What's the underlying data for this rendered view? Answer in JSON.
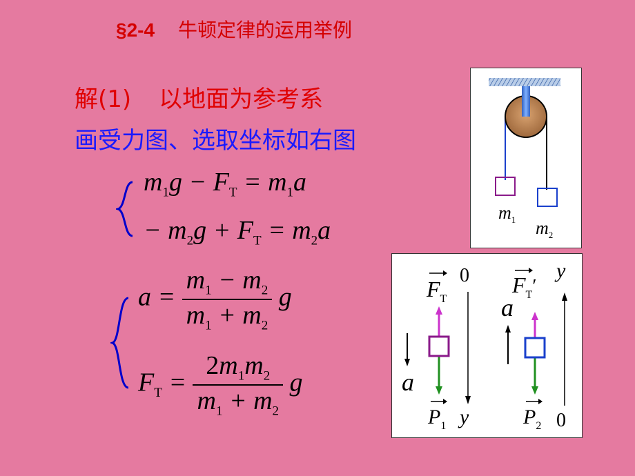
{
  "header": {
    "section": "§2-4",
    "title": "牛顿定律的运用举例"
  },
  "solution": {
    "label": "解(1)",
    "reference": "以地面为参考系",
    "setup": "画受力图、选取坐标如右图"
  },
  "pulley_diagram": {
    "m1": "m",
    "m1_sub": "1",
    "m2": "m",
    "m2_sub": "2"
  },
  "free_body": {
    "left": {
      "force_top": "F",
      "force_top_sub": "T",
      "force_bottom": "P",
      "force_bottom_sub": "1",
      "accel": "a",
      "axis_top": "0",
      "axis_bottom": "y"
    },
    "right": {
      "force_top": "F",
      "force_top_sub": "T",
      "prime": "′",
      "force_bottom": "P",
      "force_bottom_sub": "2",
      "accel": "a",
      "axis_top": "y",
      "axis_bottom": "0"
    }
  },
  "colors": {
    "background": "#e57aa0",
    "header": "#d40000",
    "setup": "#1a1aff",
    "brace": "#0000cc",
    "tension": "#cc33cc",
    "weight": "#209020",
    "block1": "#8a1a8a",
    "block2": "#1a40cc"
  }
}
